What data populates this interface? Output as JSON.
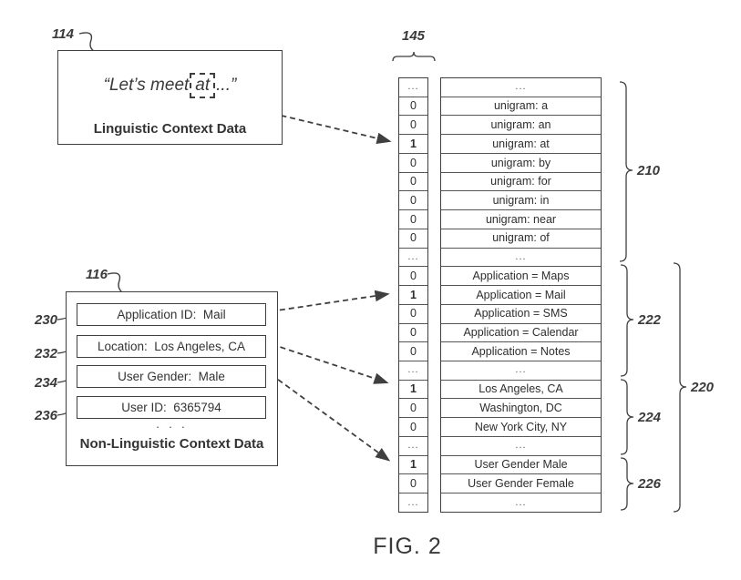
{
  "figure": {
    "caption": "FIG. 2"
  },
  "linguistic_box": {
    "ref": "114",
    "quote_open": "“Let’s meet",
    "highlighted_word": "at",
    "quote_close": "...”",
    "label": "Linguistic Context Data"
  },
  "non_linguistic_box": {
    "ref": "116",
    "label": "Non-Linguistic Context Data",
    "ellipsis": "· · ·",
    "items": [
      {
        "ref": "230",
        "text": "Application ID:  Mail"
      },
      {
        "ref": "232",
        "text": "Location:  Los Angeles, CA"
      },
      {
        "ref": "234",
        "text": "User Gender:  Male"
      },
      {
        "ref": "236",
        "text": "User ID:  6365794"
      }
    ]
  },
  "vector": {
    "ref": "145",
    "rows": [
      {
        "value": "...",
        "label": "..."
      },
      {
        "value": "0",
        "label": "unigram: a"
      },
      {
        "value": "0",
        "label": "unigram: an"
      },
      {
        "value": "1",
        "label": "unigram: at"
      },
      {
        "value": "0",
        "label": "unigram: by"
      },
      {
        "value": "0",
        "label": "unigram: for"
      },
      {
        "value": "0",
        "label": "unigram: in"
      },
      {
        "value": "0",
        "label": "unigram: near"
      },
      {
        "value": "0",
        "label": "unigram: of"
      },
      {
        "value": "...",
        "label": "..."
      },
      {
        "value": "0",
        "label": "Application = Maps"
      },
      {
        "value": "1",
        "label": "Application = Mail"
      },
      {
        "value": "0",
        "label": "Application = SMS"
      },
      {
        "value": "0",
        "label": "Application = Calendar"
      },
      {
        "value": "0",
        "label": "Application = Notes"
      },
      {
        "value": "...",
        "label": "..."
      },
      {
        "value": "1",
        "label": "Los Angeles, CA"
      },
      {
        "value": "0",
        "label": "Washington, DC"
      },
      {
        "value": "0",
        "label": "New York City, NY"
      },
      {
        "value": "...",
        "label": "..."
      },
      {
        "value": "1",
        "label": "User Gender Male"
      },
      {
        "value": "0",
        "label": "User Gender Female"
      },
      {
        "value": "...",
        "label": "..."
      }
    ]
  },
  "braces": [
    {
      "ref": "210"
    },
    {
      "ref": "222"
    },
    {
      "ref": "224"
    },
    {
      "ref": "226"
    },
    {
      "ref": "220"
    }
  ]
}
